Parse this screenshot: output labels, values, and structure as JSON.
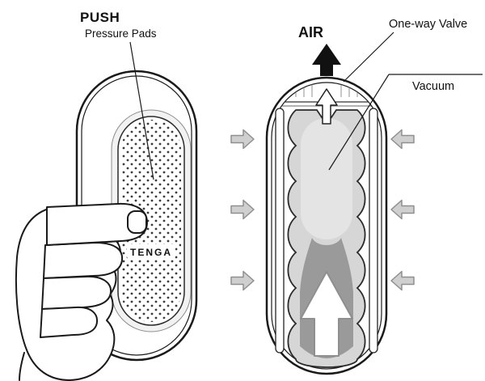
{
  "page": {
    "background": "#ffffff"
  },
  "left_figure": {
    "push_label": "PUSH",
    "pads_label": "Pressure Pads",
    "brand_label": "TENGA"
  },
  "right_figure": {
    "air_label": "AIR",
    "valve_label": "One-way Valve",
    "vacuum_label": "Vacuum"
  },
  "colors": {
    "outline_black": "#1a1a1a",
    "sleeve_gray": "#d6d6d6",
    "vacuum_light_gray": "#e4e4e4",
    "chamber_dark_gray": "#9a9a9a",
    "air_arrow_black": "#111111",
    "side_arrow_fill": "#cfcfcf",
    "side_arrow_stroke": "#8f8f8f",
    "brand_gray": "#bfbfbf"
  }
}
